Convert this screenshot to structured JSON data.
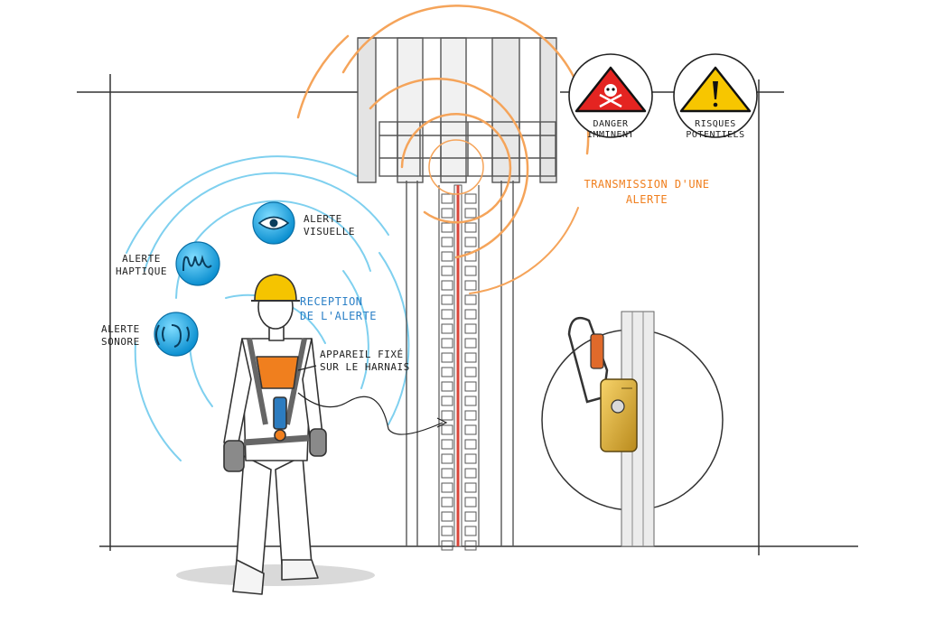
{
  "alerts": {
    "visual": {
      "line1": "ALERTE",
      "line2": "VISUELLE",
      "icon": "eye-icon"
    },
    "haptic": {
      "line1": "ALERTE",
      "line2": "HAPTIQUE",
      "icon": "vibration-icon"
    },
    "sound": {
      "line1": "ALERTE",
      "line2": "SONORE",
      "icon": "sound-icon"
    }
  },
  "reception": {
    "line1": "RECEPTION",
    "line2": "DE L'ALERTE"
  },
  "device": {
    "line1": "APPAREIL FIXÉ",
    "line2": "SUR LE HARNAIS"
  },
  "transmission": {
    "line1": "TRANSMISSION D'UNE",
    "line2": "ALERTE"
  },
  "danger": {
    "line1": "DANGER",
    "line2": "IMMINENT",
    "icon": "skull-crossbones-icon"
  },
  "risks": {
    "line1": "RISQUES",
    "line2": "POTENTIELS",
    "icon": "exclamation-icon"
  },
  "colors": {
    "alert_blue": "#1aa6e0",
    "wave_blue": "#7fd0ef",
    "transmission_orange": "#f5a45a",
    "label_orange": "#f07f1e",
    "label_blue": "#2a7fc6",
    "helmet_yellow": "#f5c400",
    "danger_red": "#e42421",
    "warning_yellow": "#f7c600",
    "rail_red": "#d8453a"
  }
}
